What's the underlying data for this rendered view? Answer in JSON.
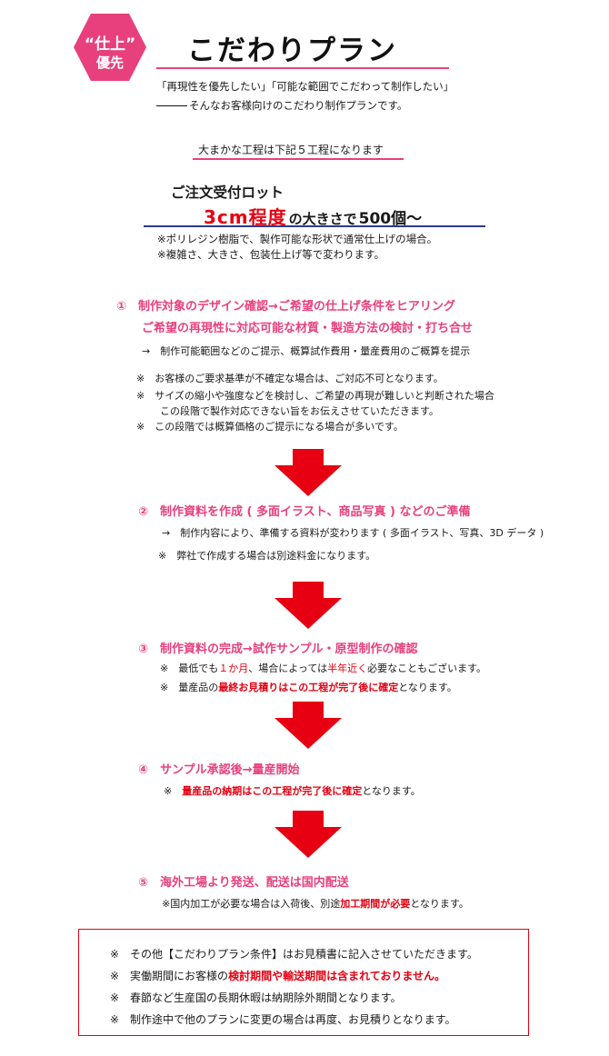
{
  "badge": {
    "line1": "“仕上”",
    "line2": "優先",
    "color": "#e8407d"
  },
  "header": {
    "title": "こだわりプラン",
    "intro1": "「再現性を優先したい」「可能な範囲でこだわって制作したい」",
    "intro2": "そんなお客様向けのこだわり制作プランです。"
  },
  "process_note": "大まかな工程は下記５工程になります",
  "lot": {
    "title": "ご注文受付ロット",
    "size": "3cm程度",
    "mid": "の大きさで",
    "qty": "500個〜",
    "note1": "※ポリレジン樹脂で、製作可能な形状で通常仕上げの場合。",
    "note2": "※複雑さ、大きさ、包装仕上げ等で変わります。"
  },
  "steps": [
    {
      "head1": "①　制作対象のデザイン確認→ご希望の仕上げ条件をヒアリング",
      "head2": "ご希望の再現性に対応可能な材質・製造方法の検討・打ち合せ",
      "arrow_note": "→　制作可能範囲などのご提示、概算試作費用・量産費用のご概算を提示",
      "notes": [
        "※　お客様のご要求基準が不確定な場合は、ご対応不可となります。",
        "※　サイズの縮小や強度などを検討し、ご希望の再現が難しいと判断された場合",
        "この段階で製作対応できない旨をお伝えさせていただきます。",
        "※　この段階では概算価格のご提示になる場合が多いです。"
      ]
    },
    {
      "head1": "②　制作資料を作成 ( 多面イラスト、商品写真 ) などのご準備",
      "arrow_note": "→　制作内容により、準備する資料が変わります ( 多面イラスト、写真、3D データ )",
      "note": "※　弊社で作成する場合は別途料金になります。"
    },
    {
      "head1": "③　制作資料の完成→試作サンプル・原型制作の確認",
      "note1_a": "※　最低でも",
      "note1_b": "１か月",
      "note1_c": "、場合によっては",
      "note1_d": "半年近く",
      "note1_e": "必要なこともございます。",
      "note2_a": "※　量産品の",
      "note2_b": "最終お見積りはこの工程が完了後に確定",
      "note2_c": "となります。"
    },
    {
      "head1": "④　サンプル承認後→量産開始",
      "note_a": "※　",
      "note_b": "量産品の納期はこの工程が完了後に確定",
      "note_c": "となります。"
    },
    {
      "head1": "⑤　海外工場より発送、配送は国内配送",
      "note_a": "※国内加工が必要な場合は入荷後、別途",
      "note_b": "加工期間が必要",
      "note_c": "となります。"
    }
  ],
  "box": {
    "line1": "※　その他【こだわりプラン条件】はお見積書に記入させていただきます。",
    "line2_a": "※　実働期間にお客様の",
    "line2_b": "検討期間や輸送期間は含まれておりません。",
    "line3": "※　春節など生産国の長期休暇は納期除外期間となります。",
    "line4": "※　制作途中で他のプランに変更の場合は再度、お見積りとなります。"
  },
  "colors": {
    "pink": "#e8407d",
    "red": "#e60012",
    "navy": "#2d3a8c"
  }
}
